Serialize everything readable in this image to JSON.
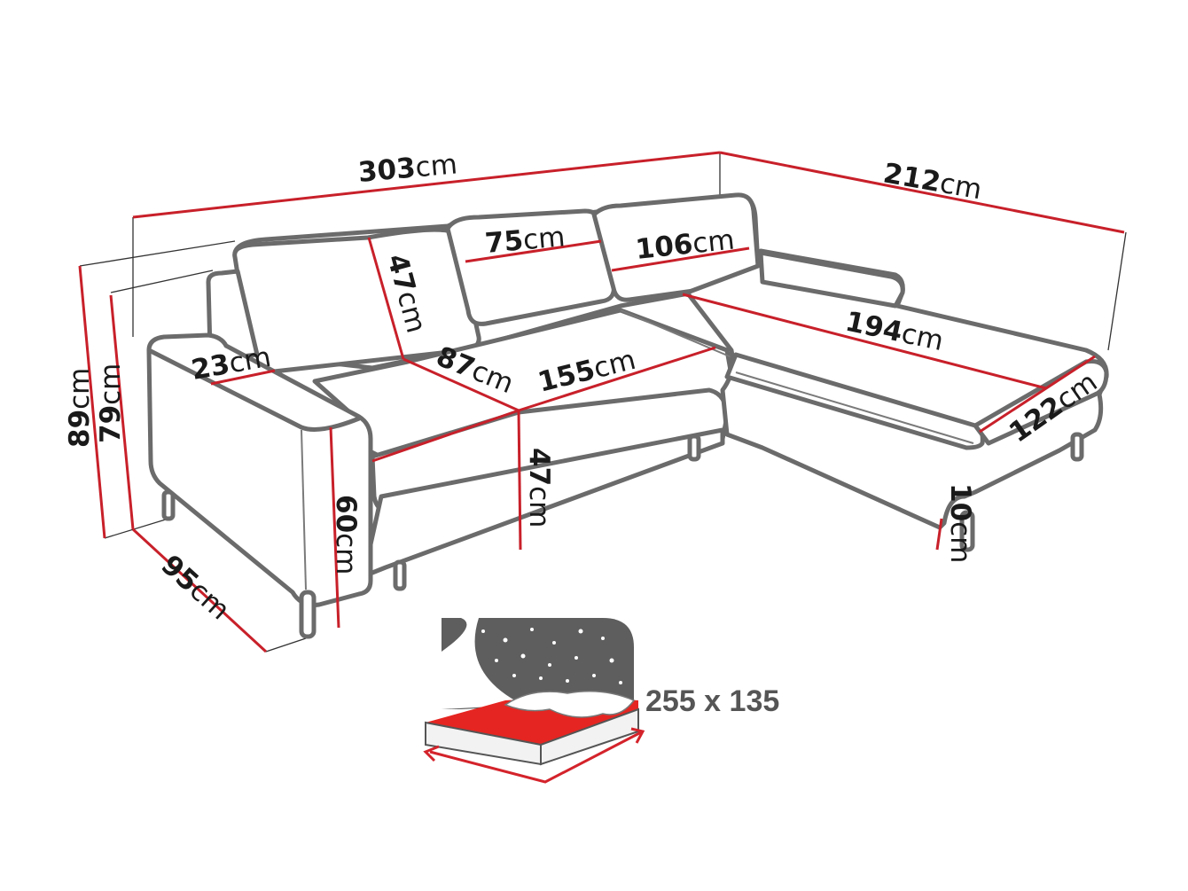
{
  "diagram": {
    "subject": "corner sofa bed",
    "unit": "cm",
    "colors": {
      "dimension_line": "#c8202a",
      "outline": "#6b6b6b",
      "text": "#1a1a1a",
      "bed_icon_dark": "#5e5e5e",
      "bed_mattress": "#e52521"
    },
    "dimensions": {
      "total_length": {
        "value": "303",
        "unit": "cm"
      },
      "chaise_length": {
        "value": "212",
        "unit": "cm"
      },
      "total_height": {
        "value": "89",
        "unit": "cm"
      },
      "backrest_height": {
        "value": "79",
        "unit": "cm"
      },
      "depth": {
        "value": "95",
        "unit": "cm"
      },
      "armrest_width": {
        "value": "23",
        "unit": "cm"
      },
      "armrest_height": {
        "value": "60",
        "unit": "cm"
      },
      "cushion_height": {
        "value": "47",
        "unit": "cm"
      },
      "cushion_width": {
        "value": "75",
        "unit": "cm"
      },
      "cushion_corner_width": {
        "value": "106",
        "unit": "cm"
      },
      "seat_depth": {
        "value": "87",
        "unit": "cm"
      },
      "seat_width": {
        "value": "155",
        "unit": "cm"
      },
      "seat_height": {
        "value": "47",
        "unit": "cm"
      },
      "chaise_seat_length": {
        "value": "194",
        "unit": "cm"
      },
      "chaise_width": {
        "value": "122",
        "unit": "cm"
      },
      "leg_height": {
        "value": "10",
        "unit": "cm"
      }
    },
    "sleeping_area": {
      "label": "255 x 135",
      "icon": "bed-with-starry-night-icon"
    }
  }
}
